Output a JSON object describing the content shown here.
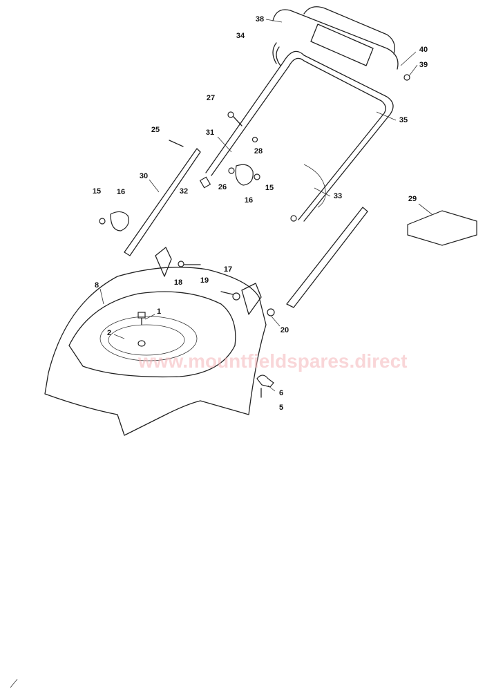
{
  "diagram": {
    "title": "Lawnmower handle and deck exploded parts diagram",
    "watermark": "www.mountfieldspares.direct",
    "callouts": [
      "38",
      "34",
      "40",
      "39",
      "27",
      "35",
      "25",
      "31",
      "28",
      "30",
      "32",
      "26",
      "16",
      "15",
      "33",
      "29",
      "15",
      "16",
      "17",
      "18",
      "19",
      "8",
      "1",
      "2",
      "20",
      "6",
      "5"
    ]
  }
}
